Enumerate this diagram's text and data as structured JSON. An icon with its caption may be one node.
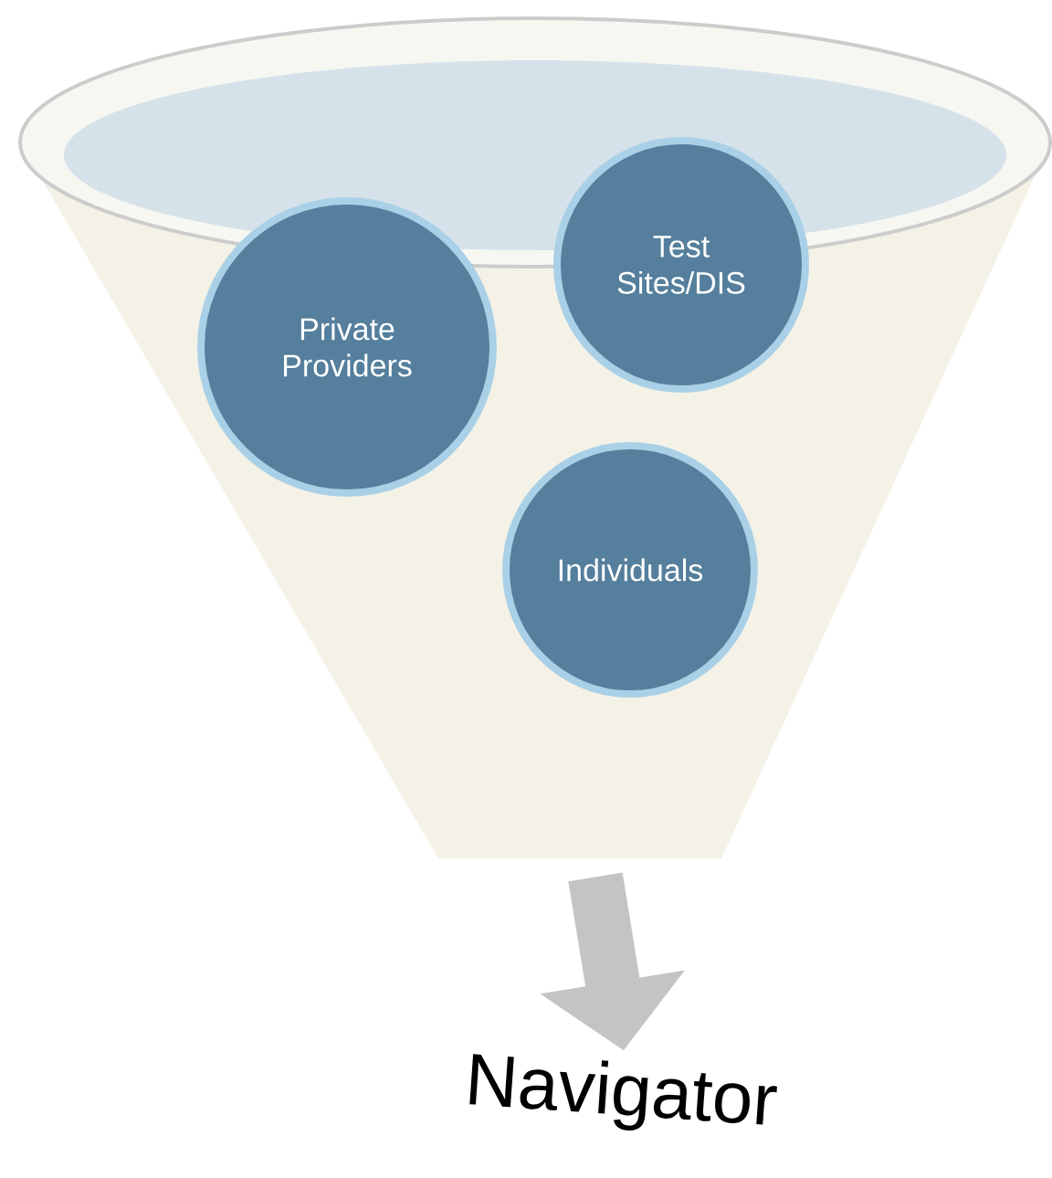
{
  "diagram": {
    "nodes": [
      {
        "text": [],
        "shape": "funnel"
      },
      {
        "text": [
          "Private Providers"
        ],
        "in": 0
      },
      {
        "text": [
          "Test Sites/DIS"
        ],
        "in": 0
      },
      {
        "text": [
          "Individuals"
        ],
        "in": 0
      },
      {
        "text": [
          "Navigator"
        ]
      }
    ],
    "edges": [
      {
        "from": 0,
        "to": 4,
        "arrow": "to"
      }
    ]
  }
}
